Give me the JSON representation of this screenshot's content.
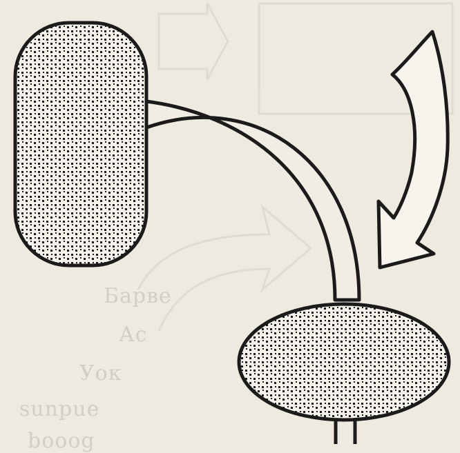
{
  "colors": {
    "paper": "#efeae0",
    "ink": "#1b1b1b",
    "show_through": "#bdb8ae"
  },
  "show_through_text": {
    "line1": "Барве",
    "line2": "Ас",
    "line3": "Уок",
    "line4": "sunpue",
    "line5": "booog"
  },
  "icons": {
    "curved_arrow": "curved-down-left-arrow-icon"
  }
}
